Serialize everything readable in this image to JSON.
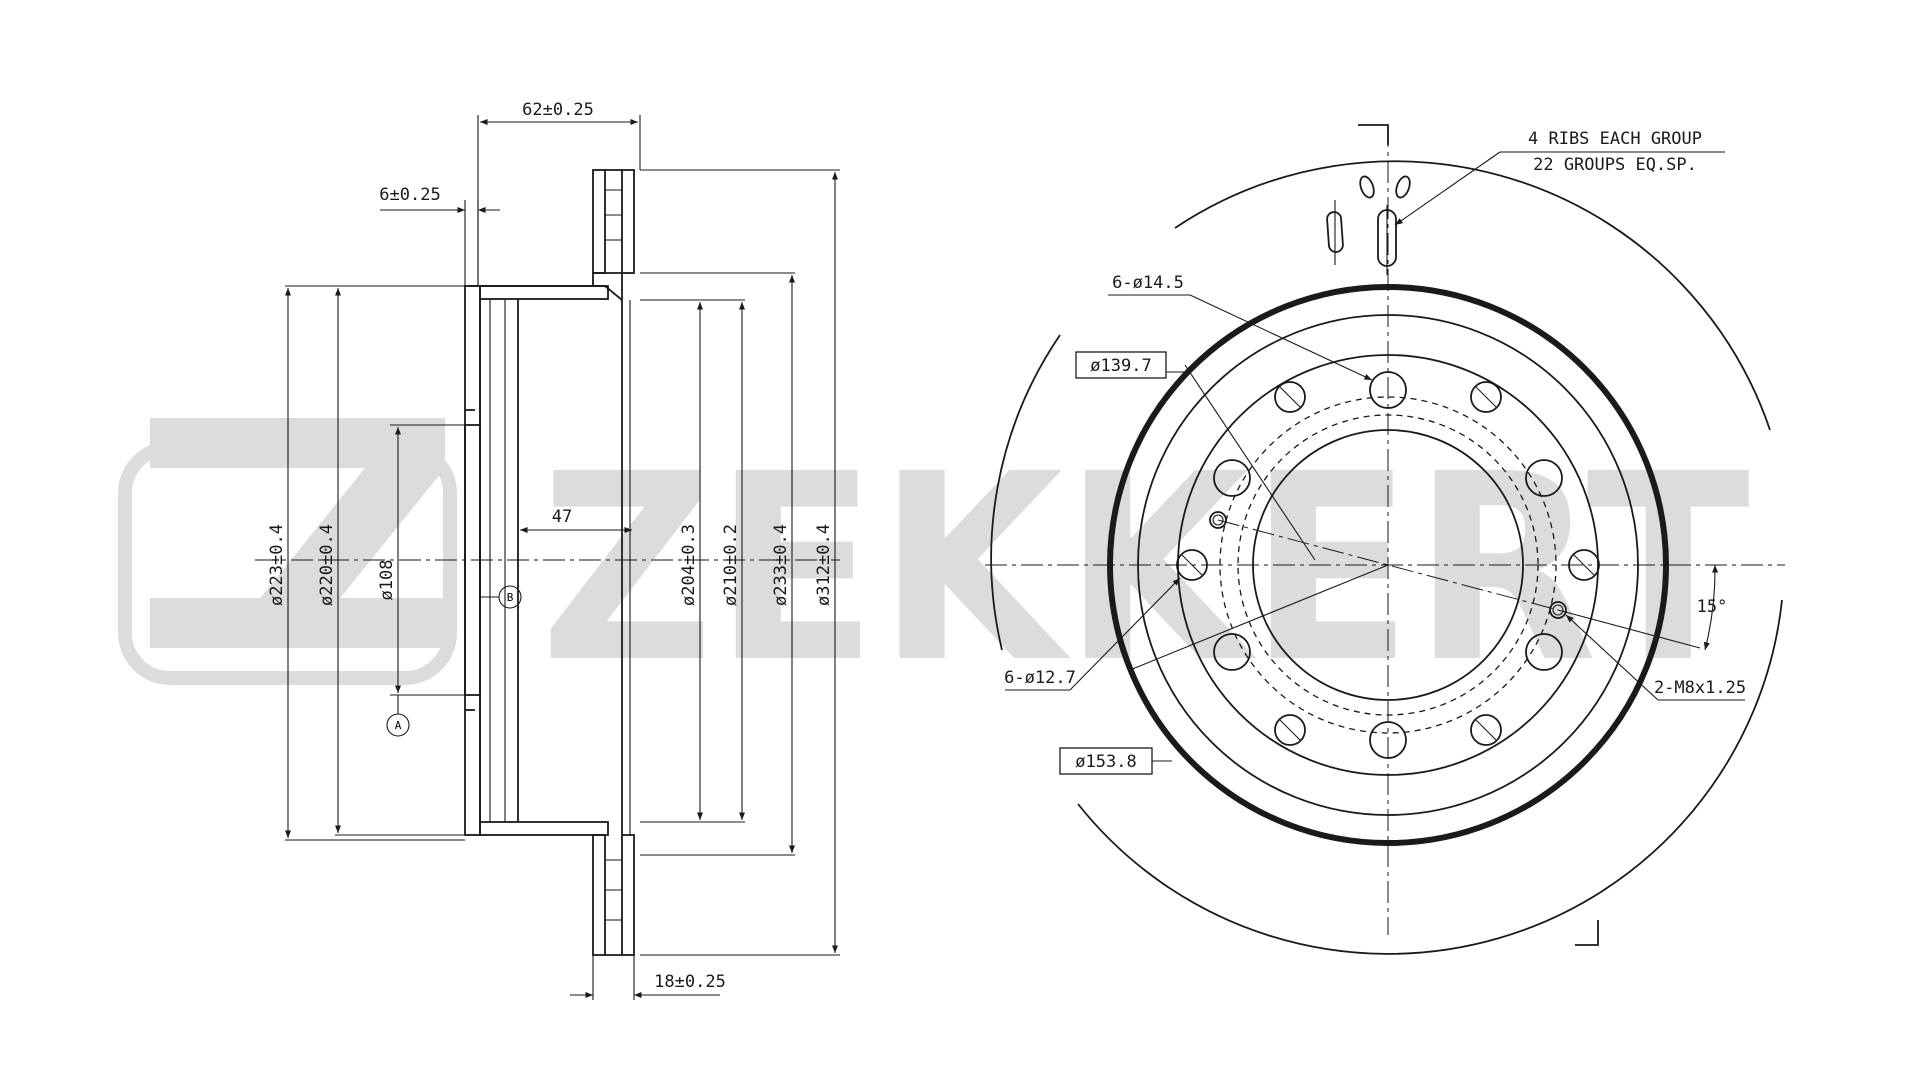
{
  "watermark": {
    "text": "ZEKKERT",
    "color": "#dcdcdc"
  },
  "side_view": {
    "dims": {
      "width_62": "62±0.25",
      "hat_6": "6±0.25",
      "d223": "ø223±0.4",
      "d220": "ø220±0.4",
      "d108": "ø108",
      "depth_47": "47",
      "d204": "ø204±0.3",
      "d210": "ø210±0.2",
      "d233": "ø233±0.4",
      "d312": "ø312±0.4",
      "thick_18": "18±0.25"
    },
    "datums": {
      "a": "A",
      "b": "B"
    }
  },
  "front_view": {
    "ribs_line1": "4 RIBS EACH GROUP",
    "ribs_line2": "22 GROUPS EQ.SP.",
    "holes_14_5": "6-ø14.5",
    "pcd_139_7": "ø139.7",
    "holes_12_7": "6-ø12.7",
    "pcd_153_8": "ø153.8",
    "thread": "2-M8x1.25",
    "angle": "15°"
  }
}
